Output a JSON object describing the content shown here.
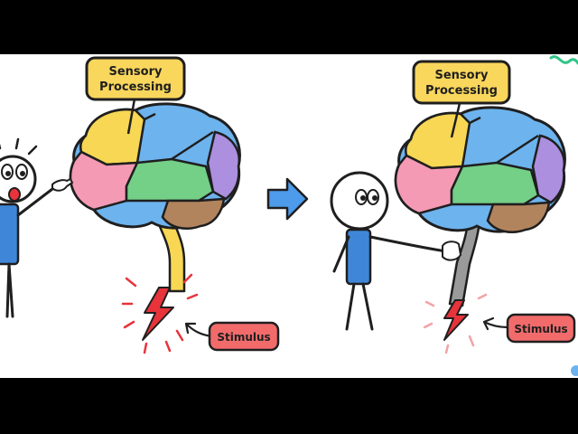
{
  "labels": {
    "left_sensory_line1": "Sensory",
    "left_sensory_line2": "Processing",
    "left_stimulus": "Stimulus",
    "right_sensory_line1": "Sensory",
    "right_sensory_line2": "Processing",
    "right_stimulus": "Stimulus"
  },
  "colors": {
    "background": "#ffffff",
    "letterbox": "#000000",
    "outline": "#1f1f1f",
    "label_yellow": "#f9d65c",
    "label_red": "#f26b6b",
    "lobe_yellow": "#f7d753",
    "lobe_blue": "#6db3ee",
    "lobe_pink": "#f49ab5",
    "lobe_green": "#74cf87",
    "lobe_purple": "#ad8fe0",
    "lobe_brown": "#b2845e",
    "spine_active": "#f7d753",
    "spine_inactive": "#9a9a9a",
    "lightning": "#e8333b",
    "person_shirt": "#3f86d8",
    "arrow": "#4d9bea",
    "accent_green": "#2fc587"
  },
  "icons": [
    "lightning-bolt-icon",
    "right-arrow-icon",
    "stick-figure-icon",
    "brain-icon",
    "hand-icon"
  ]
}
